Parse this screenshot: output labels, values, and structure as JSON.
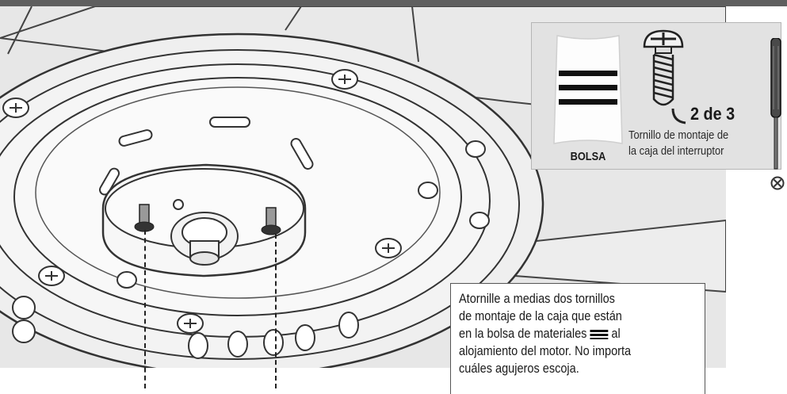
{
  "parts": {
    "bag_label": "BOLSA",
    "quantity": "2 de 3",
    "description_line1": "Tornillo de montaje de",
    "description_line2": "la caja del interruptor"
  },
  "instruction": {
    "line1": "Atornille a medias dos tornillos",
    "line2": "de montaje de la caja que están",
    "line3_before": "en la bolsa de materiales",
    "line3_after": "al",
    "line4": "alojamiento del motor. No importa",
    "line5": "cuáles agujeros escoja."
  },
  "icons": [
    "bag-icon",
    "screw-icon",
    "screwdriver-icon",
    "phillips-bit-icon",
    "bag-lines-icon"
  ],
  "colors": {
    "panel": "#e2e2e2",
    "drawing_bg": "#e7e7e7",
    "header_bar": "#5f5f5f"
  }
}
